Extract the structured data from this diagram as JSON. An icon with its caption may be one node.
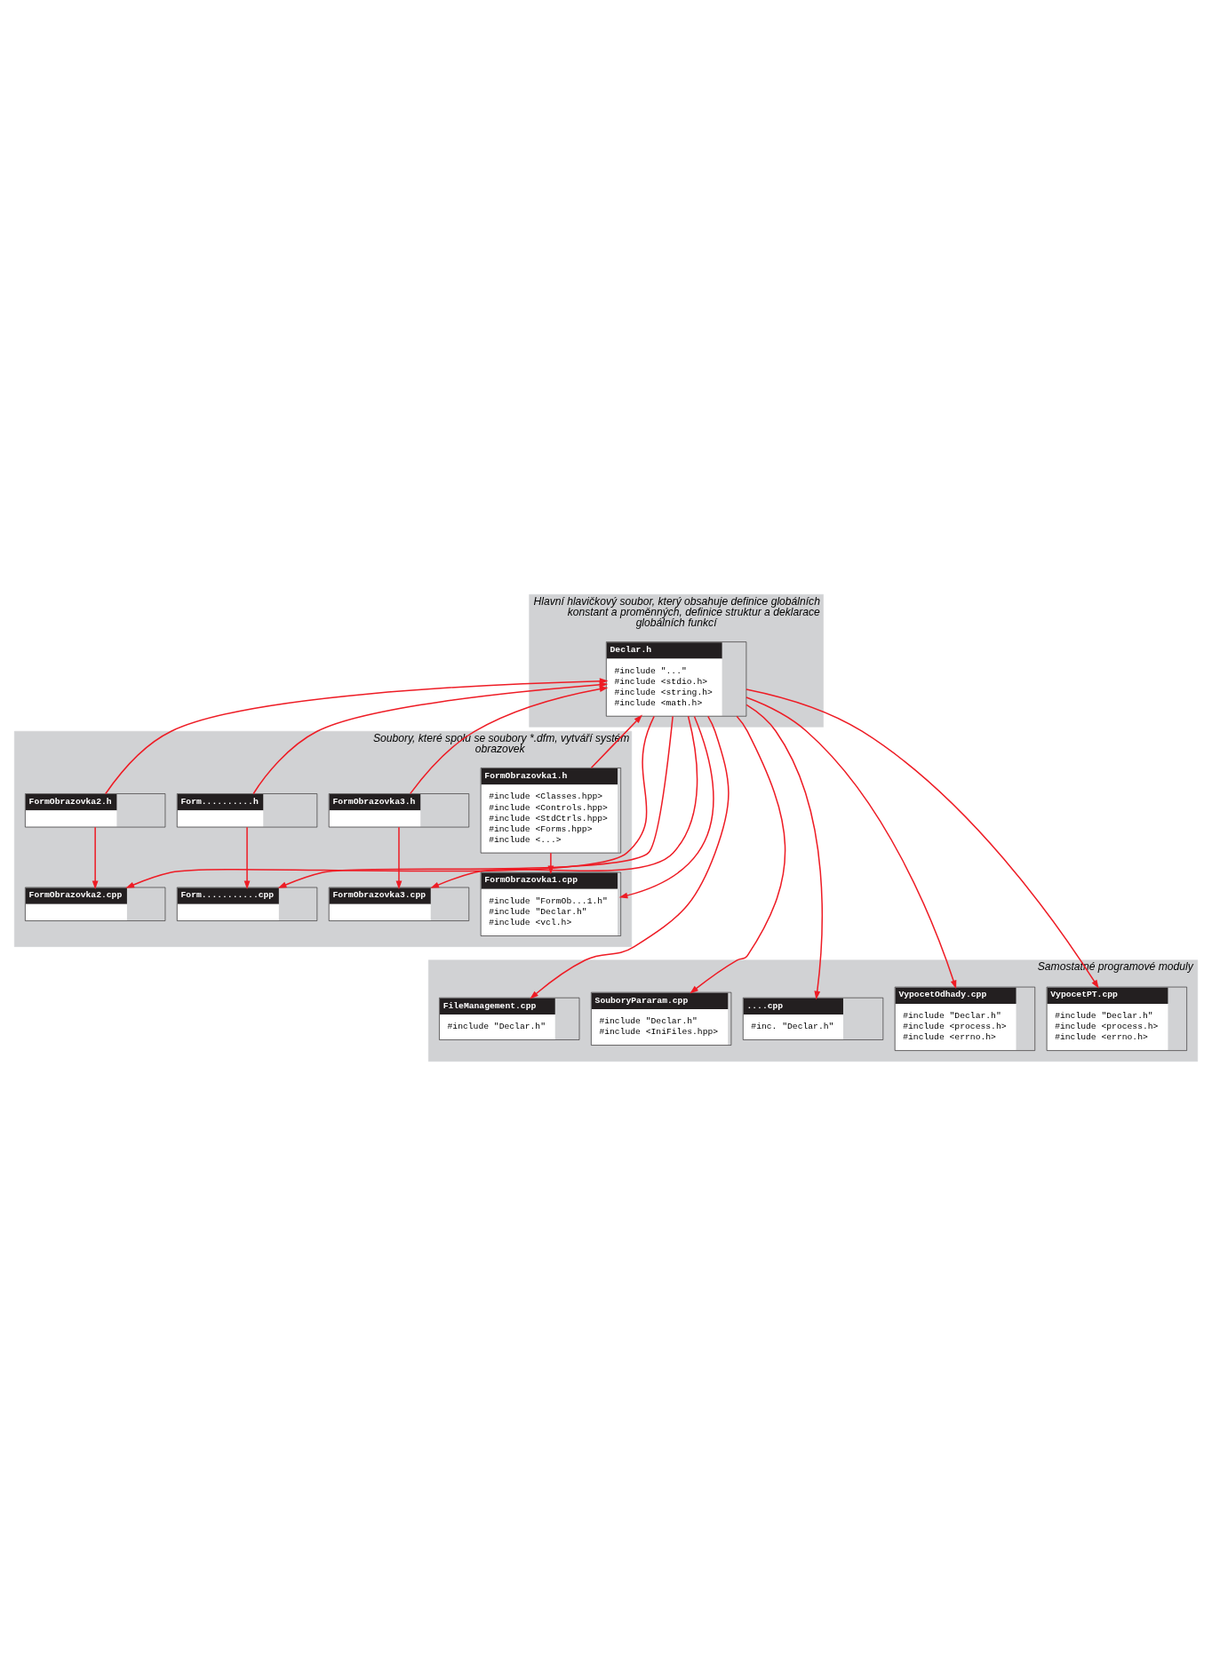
{
  "diagram": {
    "nodes": [
      {
        "text": [
          "Hlavní hlavičkový soubor, který obsahuje definice globálních konstant a proměnných, definice struktur a deklarace globálních funkcí"
        ]
      },
      {
        "text": [
          "Declar.h",
          "#include \"...\"",
          "#include <stdio.h>",
          "#include <string.h>",
          "#include <math.h>"
        ],
        "in": 0
      },
      {
        "text": [
          "Soubory, které spolu se soubory *.dfm, vytváří systém obrazovek"
        ]
      },
      {
        "text": [
          "Form..........h"
        ],
        "in": 2
      },
      {
        "text": [
          "FormObrazovka3.h"
        ],
        "in": 2
      },
      {
        "text": [
          "FormObrazovka2.h"
        ],
        "in": 2
      },
      {
        "text": [
          "FormObrazovka1.h",
          "#include <Classes.hpp>",
          "#include <Controls.hpp>",
          "#include <StdCtrls.hpp>",
          "#include <Forms.hpp>",
          "#include <...>"
        ],
        "in": 2
      },
      {
        "text": [
          "Form...........cpp"
        ],
        "in": 2
      },
      {
        "text": [
          "FormObrazovka3.cpp"
        ],
        "in": 2
      },
      {
        "text": [
          "FormObrazovka2.cpp"
        ],
        "in": 2
      },
      {
        "text": [
          "FormObrazovka1.cpp",
          "#include \"FormOb...1.h\"",
          "#include \"Declar.h\"",
          "#include <vcl.h>"
        ],
        "in": 2
      },
      {
        "text": [
          "Samostatné programové moduly"
        ]
      },
      {
        "text": [
          "FileManagement.cpp",
          "#include \"Declar.h\""
        ],
        "in": 11
      },
      {
        "text": [
          "SouboryPararam.cpp",
          "#include \"Declar.h\"",
          "#include <IniFiles.hpp>"
        ],
        "in": 11
      },
      {
        "text": [
          "....cpp",
          "#inc. \"Declar.h\""
        ],
        "in": 11
      },
      {
        "text": [
          "VypocetOdhady.cpp",
          "#include \"Declar.h\"",
          "#include <process.h>",
          "#include <errno.h>"
        ],
        "in": 11
      },
      {
        "text": [
          "VypocetPT.cpp",
          "#include \"Declar.h\"",
          "#include <process.h>",
          "#include <errno.h>"
        ],
        "in": 11
      }
    ],
    "edges": [
      {
        "from": 3,
        "to": 1,
        "arrow": "to"
      },
      {
        "from": 4,
        "to": 1,
        "arrow": "to"
      },
      {
        "from": 5,
        "to": 1,
        "arrow": "to"
      },
      {
        "from": 6,
        "to": 1,
        "arrow": "to"
      },
      {
        "from": 3,
        "to": 7,
        "arrow": "to"
      },
      {
        "from": 4,
        "to": 8,
        "arrow": "to"
      },
      {
        "from": 5,
        "to": 9,
        "arrow": "to"
      },
      {
        "from": 6,
        "to": 10,
        "arrow": "to"
      },
      {
        "from": 1,
        "to": 7,
        "arrow": "to"
      },
      {
        "from": 1,
        "to": 8,
        "arrow": "to"
      },
      {
        "from": 1,
        "to": 9,
        "arrow": "to"
      },
      {
        "from": 1,
        "to": 10,
        "arrow": "to"
      },
      {
        "from": 1,
        "to": 12,
        "arrow": "to"
      },
      {
        "from": 1,
        "to": 13,
        "arrow": "to"
      },
      {
        "from": 1,
        "to": 14,
        "arrow": "to"
      },
      {
        "from": 1,
        "to": 15,
        "arrow": "to"
      },
      {
        "from": 1,
        "to": 16,
        "arrow": "to"
      }
    ]
  }
}
